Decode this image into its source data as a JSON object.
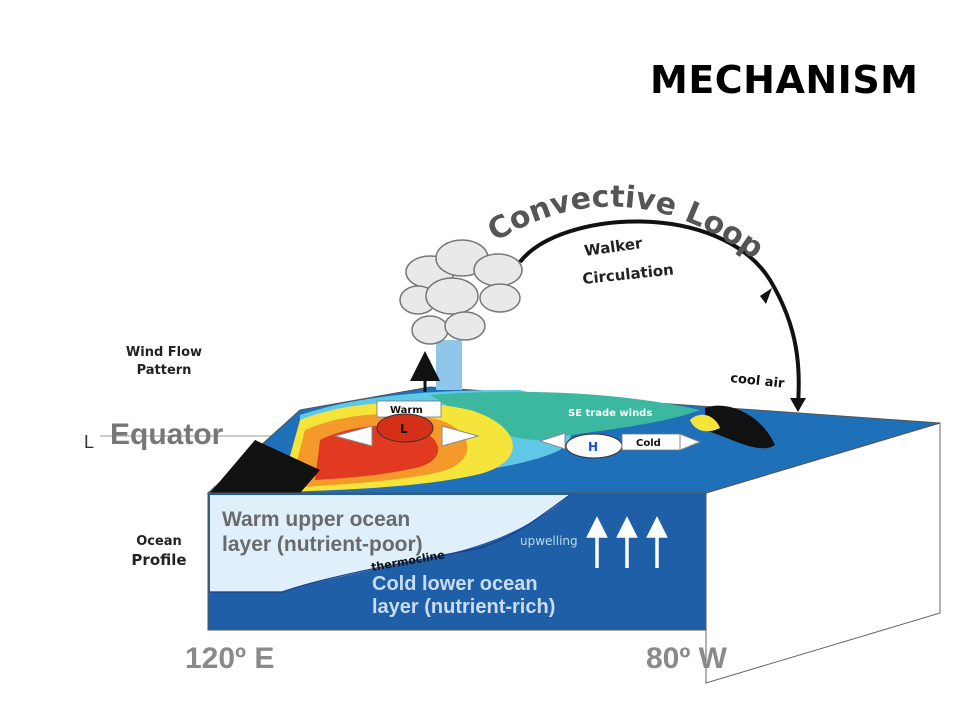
{
  "slide": {
    "title": "MECHANISM",
    "wind_flow_label_1": "Wind Flow",
    "wind_flow_label_2": "Pattern",
    "stray_char": "L",
    "ocean_profile_label_1": "Ocean",
    "ocean_profile_label_2": "Profile"
  },
  "diagram": {
    "convective_loop": "Convective Loop",
    "walker_1": "Walker",
    "walker_2": "Circulation",
    "cool_air": "cool air",
    "equator": "Equator",
    "warm": "Warm",
    "low": "L",
    "high": "H",
    "se_trade_winds": "SE trade winds",
    "cold": "Cold",
    "warm_layer_1": "Warm upper ocean",
    "warm_layer_2": "layer (nutrient-poor)",
    "cold_layer_1": "Cold lower ocean",
    "cold_layer_2": "layer (nutrient-rich)",
    "upwelling": "upwelling",
    "thermocline": "thermocline",
    "lon_west": "120º E",
    "lon_east": "80º W",
    "colors": {
      "deep_ocean": "#1e5fa8",
      "warm_layer": "#dff0fb",
      "warm_core": "#e23a20",
      "warm_mid": "#f39a2a",
      "warm_edge": "#f5e43a",
      "cool_green": "#3db8a0",
      "cool_cyan": "#5ec8e6"
    }
  }
}
